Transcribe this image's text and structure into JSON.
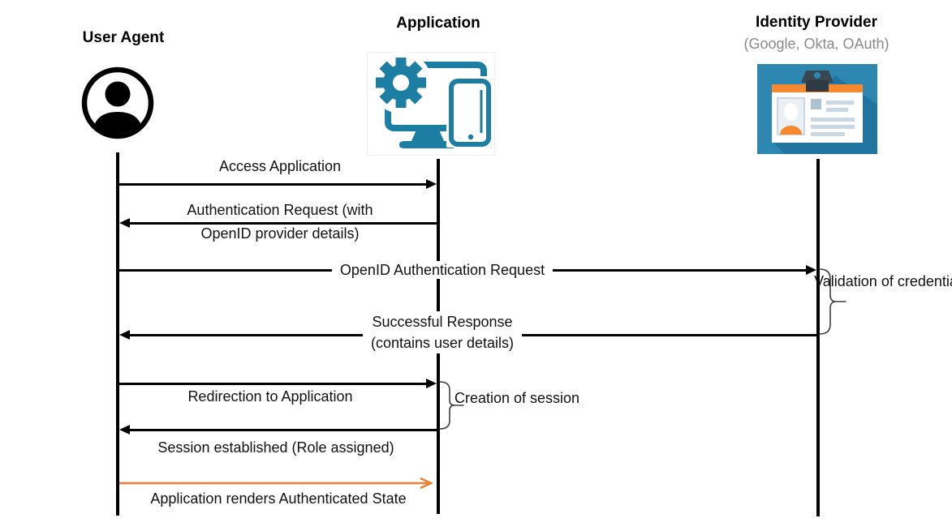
{
  "actors": {
    "user_agent": {
      "title": "User Agent",
      "icon": "person-in-circle-icon"
    },
    "application": {
      "title": "Application",
      "icon": "gear-monitor-phone-icon"
    },
    "identity_provider": {
      "title": "Identity Provider",
      "subtitle": "(Google, Okta, OAuth)",
      "icon": "id-card-icon"
    }
  },
  "messages": {
    "access_application": {
      "label": "Access Application",
      "from": "user_agent",
      "to": "application"
    },
    "authentication_request": {
      "line1": "Authentication Request (with",
      "line2": "OpenID provider details)",
      "from": "application",
      "to": "user_agent"
    },
    "openid_auth_request": {
      "label": "OpenID Authentication Request",
      "from": "user_agent",
      "to": "identity_provider"
    },
    "successful_response": {
      "line1": "Successful Response",
      "line2": "(contains user details)",
      "from": "identity_provider",
      "to": "user_agent"
    },
    "redirection": {
      "label": "Redirection to Application",
      "from": "user_agent",
      "to": "application"
    },
    "session_established": {
      "label": "Session established (Role assigned)",
      "from": "application",
      "to": "user_agent"
    },
    "renders_authenticated": {
      "label": "Application renders Authenticated State",
      "from": "user_agent",
      "to": "application",
      "style": "orange"
    }
  },
  "annotations": {
    "validation": {
      "line1": "Validation",
      "line2": "of",
      "line3": "credentials",
      "attached_to": "identity_provider"
    },
    "creation": {
      "line1": "Creation of",
      "line2": "session",
      "attached_to": "application"
    }
  },
  "colors": {
    "arrow_black": "#000000",
    "highlight_arrow_orange": "#ED7D31",
    "app_icon_teal": "#1C7EA3",
    "idp_background_blue": "#2E87B0",
    "idp_background_blue_dark": "#1E6E99",
    "idp_card_orange": "#F6882F",
    "subtitle_gray": "#8A8A8A"
  }
}
